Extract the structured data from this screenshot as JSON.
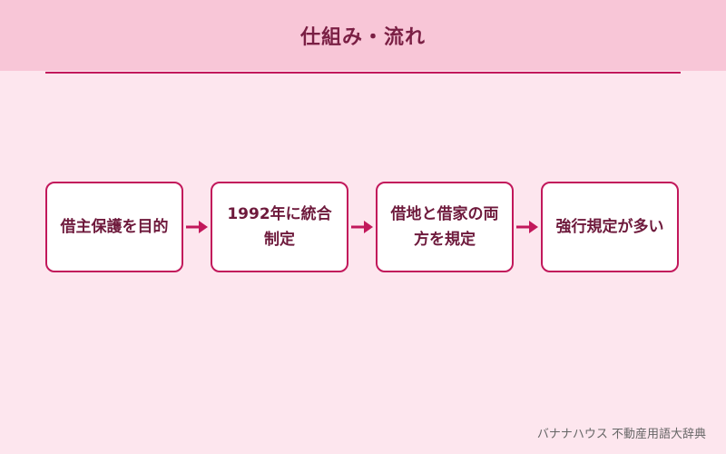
{
  "header": {
    "title": "仕組み・流れ"
  },
  "steps": [
    {
      "text": "借主保護を目的"
    },
    {
      "text": "1992年に統合制定"
    },
    {
      "text": "借地と借家の両方を規定"
    },
    {
      "text": "強行規定が多い"
    }
  ],
  "footer": {
    "credit": "バナナハウス 不動産用語大辞典"
  },
  "colors": {
    "header_bg": "#f8c6d7",
    "page_bg": "#fde6ee",
    "accent": "#c2185b",
    "title_text": "#7a1f44",
    "box_text": "#6e1a3c"
  }
}
